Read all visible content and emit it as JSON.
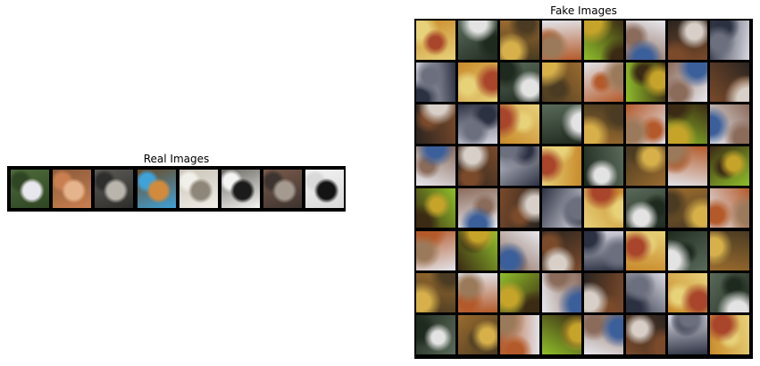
{
  "real_images": {
    "title": "Real Images",
    "tiles": [
      {
        "bg": "#4e6b3a",
        "fg": "#e9e7ee",
        "accent": "#2f4524"
      },
      {
        "bg": "#8a5a3a",
        "fg": "#e6b48c",
        "accent": "#c97f4f"
      },
      {
        "bg": "#5b5a55",
        "fg": "#b9b5ad",
        "accent": "#2e2e2c"
      },
      {
        "bg": "#6b4a25",
        "fg": "#d28a3c",
        "accent": "#3fa2d8"
      },
      {
        "bg": "#c9c3b6",
        "fg": "#8e8779",
        "accent": "#f1efe9"
      },
      {
        "bg": "#6d6a64",
        "fg": "#1b1b1b",
        "accent": "#f4f4f2"
      },
      {
        "bg": "#7a5b4a",
        "fg": "#a59a8f",
        "accent": "#3d3430"
      },
      {
        "bg": "#f3f3f3",
        "fg": "#141414",
        "accent": "#d9d9d9"
      }
    ]
  },
  "fake_images": {
    "title": "Fake Images",
    "rows": 8,
    "cols": 8,
    "palette": [
      [
        "#c98a2a",
        "#a8452a",
        "#e7d27a"
      ],
      [
        "#e8e8ee",
        "#3b5f9a",
        "#8b6b5a"
      ],
      [
        "#9a6b2e",
        "#d7b04a",
        "#4a3b22"
      ],
      [
        "#d9d9e2",
        "#6b6f7e",
        "#2c3142"
      ],
      [
        "#8fbf2a",
        "#c6a42a",
        "#3b2a14"
      ],
      [
        "#5a6b5a",
        "#e3e3e3",
        "#1f2a1f"
      ],
      [
        "#2a2420",
        "#d8d0c8",
        "#7a4a2a"
      ],
      [
        "#e2e4ea",
        "#9a7a5a",
        "#b45a2a"
      ]
    ]
  }
}
